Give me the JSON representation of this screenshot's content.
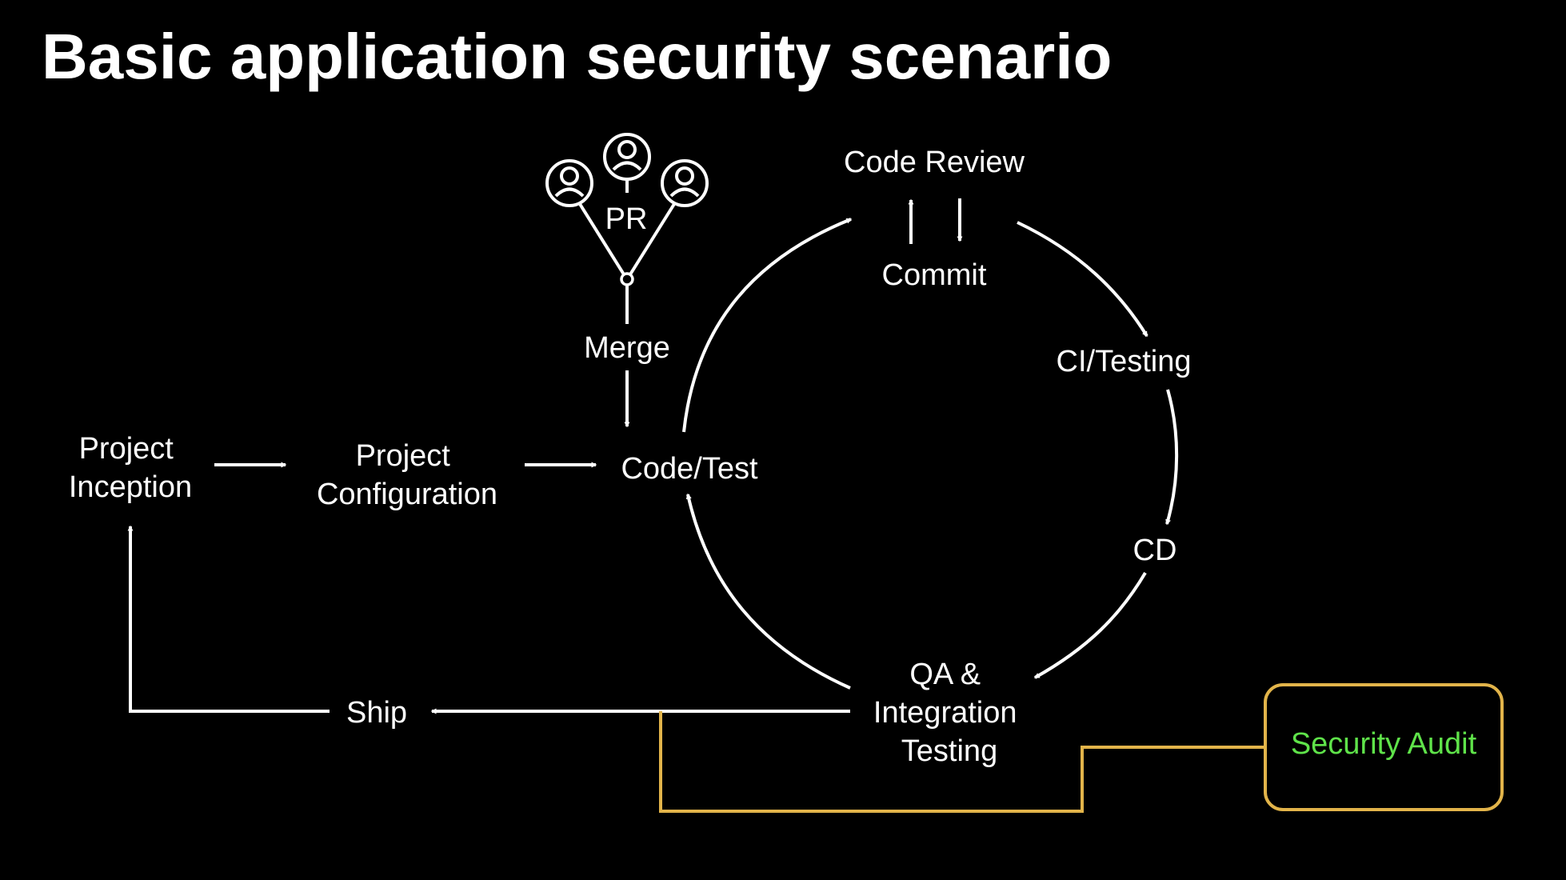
{
  "title": "Basic application security scenario",
  "colors": {
    "background": "#000000",
    "foreground": "#ffffff",
    "audit_line": "#e2b44a",
    "audit_text": "#5fe34a"
  },
  "icons": {
    "reviewer": "person-circle-icon"
  },
  "nodes": {
    "project_inception": [
      "Project",
      "Inception"
    ],
    "project_configuration": [
      "Project",
      "Configuration"
    ],
    "code_test": "Code/Test",
    "merge": "Merge",
    "pr": "PR",
    "code_review": "Code Review",
    "commit": "Commit",
    "ci_testing": "CI/Testing",
    "cd": "CD",
    "qa": [
      "QA &",
      "Integration",
      "Testing"
    ],
    "ship": "Ship",
    "security_audit": "Security Audit"
  }
}
